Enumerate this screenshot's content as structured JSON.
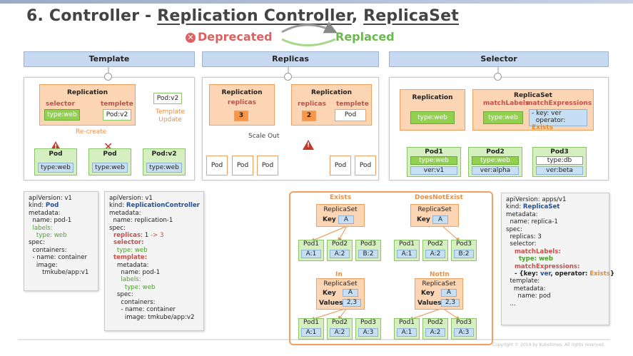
{
  "title": {
    "prefix": "6. Controller - ",
    "rc": "Replication Controller",
    "comma": ", ",
    "rs": "ReplicaSet",
    "deprecated": "Deprecated",
    "replaced": "Replaced"
  },
  "headers": {
    "template": "Template",
    "replicas": "Replicas",
    "selector": "Selector"
  },
  "template_panel": {
    "replication": "Replication",
    "selector": "selector",
    "templete": "templete",
    "type_web": "type:web",
    "pod_v2": "Pod:v2",
    "template_update": "Template\nUpdate",
    "recreate": "Re-create",
    "pod1": "Pod",
    "pod1_type": "type:web",
    "pod2": "Pod",
    "pod2_type": "type:web",
    "pod3": "Pod:v2",
    "pod3_type": "type:web"
  },
  "replicas_panel": {
    "left_title": "Replication",
    "left_replicas": "replicas",
    "left_count": "3",
    "scale_out": "Scale Out",
    "pods": [
      "Pod",
      "Pod",
      "Pod"
    ],
    "right_title": "Replication",
    "right_replicas": "replicas",
    "right_templete": "templete",
    "right_count": "2",
    "right_pod": "Pod",
    "right_pods": [
      "Pod",
      "Pod"
    ]
  },
  "selector_panel": {
    "replication": "Replication",
    "type_web": "type:web",
    "replicaset": "ReplicaSet",
    "matchlabels": "matchLabels",
    "matchexpressions": "matchExpressions",
    "rs_type": "type:web",
    "expr_key": "- key: ver",
    "expr_op": "operator: ",
    "expr_op_val": "Exists",
    "pods": [
      {
        "name": "Pod1",
        "a": "type:web",
        "b": "ver:v1"
      },
      {
        "name": "Pod2",
        "a": "type:web",
        "b": "ver:alpha"
      },
      {
        "name": "Pod3",
        "a": "type:db",
        "b": "ver:beta"
      }
    ]
  },
  "yaml_pod": {
    "l1": "apiVersion: v1",
    "l2a": "kind: ",
    "l2b": "Pod",
    "l3": "metadata:",
    "l4": "  name: pod-1",
    "l5": "  labels:",
    "l6": "    type: web",
    "l7": "spec:",
    "l8": "  containers:",
    "l9": "  - name: container",
    "l10": "    image:",
    "l11": "       tmkube/app:v1"
  },
  "yaml_rc": {
    "l1": "apiVersion: v1",
    "l2a": "kind: ",
    "l2b": "ReplicationController",
    "l3": "metadata:",
    "l4": "  name: replication-1",
    "l5": "spec:",
    "l6a": "  replicas",
    "l6b": ": 1 ",
    "l6c": "-> 3",
    "l7": "  selector:",
    "l8": "    type: web",
    "l9": "  template:",
    "l10": "    metadata:",
    "l11": "      name: pod-1",
    "l12": "      labels:",
    "l13": "        type: web",
    "l14": "    spec:",
    "l15": "      containers:",
    "l16": "      - name: container",
    "l17": "        image: tmkube/app:v2"
  },
  "yaml_rs": {
    "l1": "apiVersion: apps/v1",
    "l2a": "kind: ",
    "l2b": "ReplicaSet",
    "l3": "metadata:",
    "l4": "  name: replica-1",
    "l5": "spec:",
    "l6": "  replicas: 3",
    "l7": "  selector:",
    "l8": "    matchLabels:",
    "l9": "      type: web",
    "l10": "    matchExpressions:",
    "l11a": "    - {key: ",
    "l11b": "ver",
    "l11c": ", operator: ",
    "l11d": "Exists",
    "l11e": "}",
    "l12": "  template:",
    "l13": "    metadata:",
    "l14": "      name: pod",
    "l15": "  ..."
  },
  "operators": {
    "exists": "Exists",
    "doesnotexist": "DoesNotExist",
    "in": "In",
    "notin": "NotIn",
    "replicaset": "ReplicaSet",
    "key": "Key",
    "key_val": "A",
    "values": "Values",
    "values_val": "2,3",
    "group_exists_pods": [
      {
        "n": "Pod1",
        "v": "A:1"
      },
      {
        "n": "Pod2",
        "v": "A:2"
      },
      {
        "n": "Pod3",
        "v": "B:2"
      }
    ],
    "group_dne_pods": [
      {
        "n": "Pod1",
        "v": "A:1"
      },
      {
        "n": "Pod2",
        "v": "A:2"
      },
      {
        "n": "Pod3",
        "v": "B:2"
      }
    ],
    "group_in_pods": [
      {
        "n": "Pod1",
        "v": "A:1"
      },
      {
        "n": "Pod2",
        "v": "A:2"
      },
      {
        "n": "Pod3",
        "v": "A:3"
      }
    ],
    "group_notin_pods": [
      {
        "n": "Pod1",
        "v": "A:1"
      },
      {
        "n": "Pod2",
        "v": "A:2"
      },
      {
        "n": "Pod3",
        "v": "A:3"
      }
    ]
  },
  "footer": "Copyright © 2019 by Kubetimes. All rights reserved."
}
